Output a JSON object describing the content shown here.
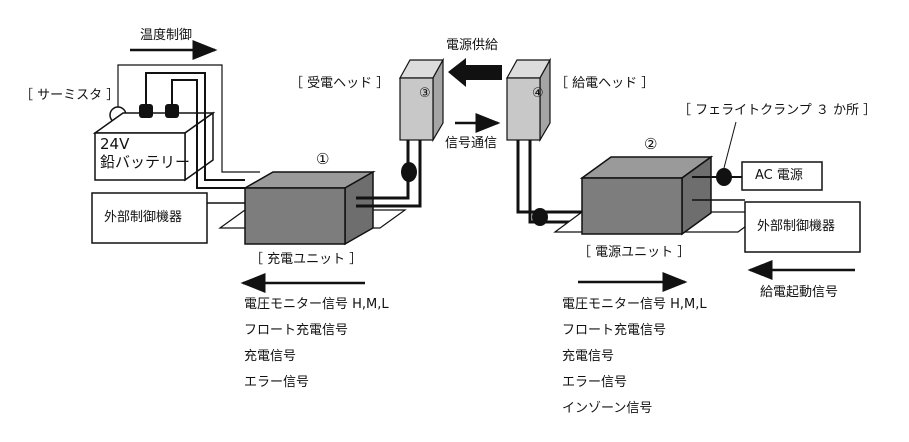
{
  "labels": {
    "temp_control": "温度制御",
    "thermistor": "［ サーミスタ ］",
    "battery_voltage": "24V",
    "battery_name": "鉛バッテリー",
    "ext_device_left": "外部制御機器",
    "charge_unit_num": "①",
    "charge_unit": "［ 充電ユニット ］",
    "receive_head": "［ 受電ヘッド ］",
    "receive_head_num": "③",
    "power_supply": "電源供給",
    "signal_comm": "信号通信",
    "supply_head": "［ 給電ヘッド ］",
    "supply_head_num": "④",
    "ferrite_clamp": "［ フェライトクランプ ３ か所 ］",
    "power_unit_num": "②",
    "ac_power": "AC 電源",
    "ext_device_right": "外部制御機器",
    "power_unit": "［ 電源ユニット ］",
    "start_signal": "給電起動信号"
  },
  "left_signals": [
    "電圧モニター信号 H,M,L",
    "フロート充電信号",
    "充電信号",
    "エラー信号"
  ],
  "right_signals": [
    "電圧モニター信号 H,M,L",
    "フロート充電信号",
    "充電信号",
    "エラー信号",
    "インゾーン信号"
  ]
}
